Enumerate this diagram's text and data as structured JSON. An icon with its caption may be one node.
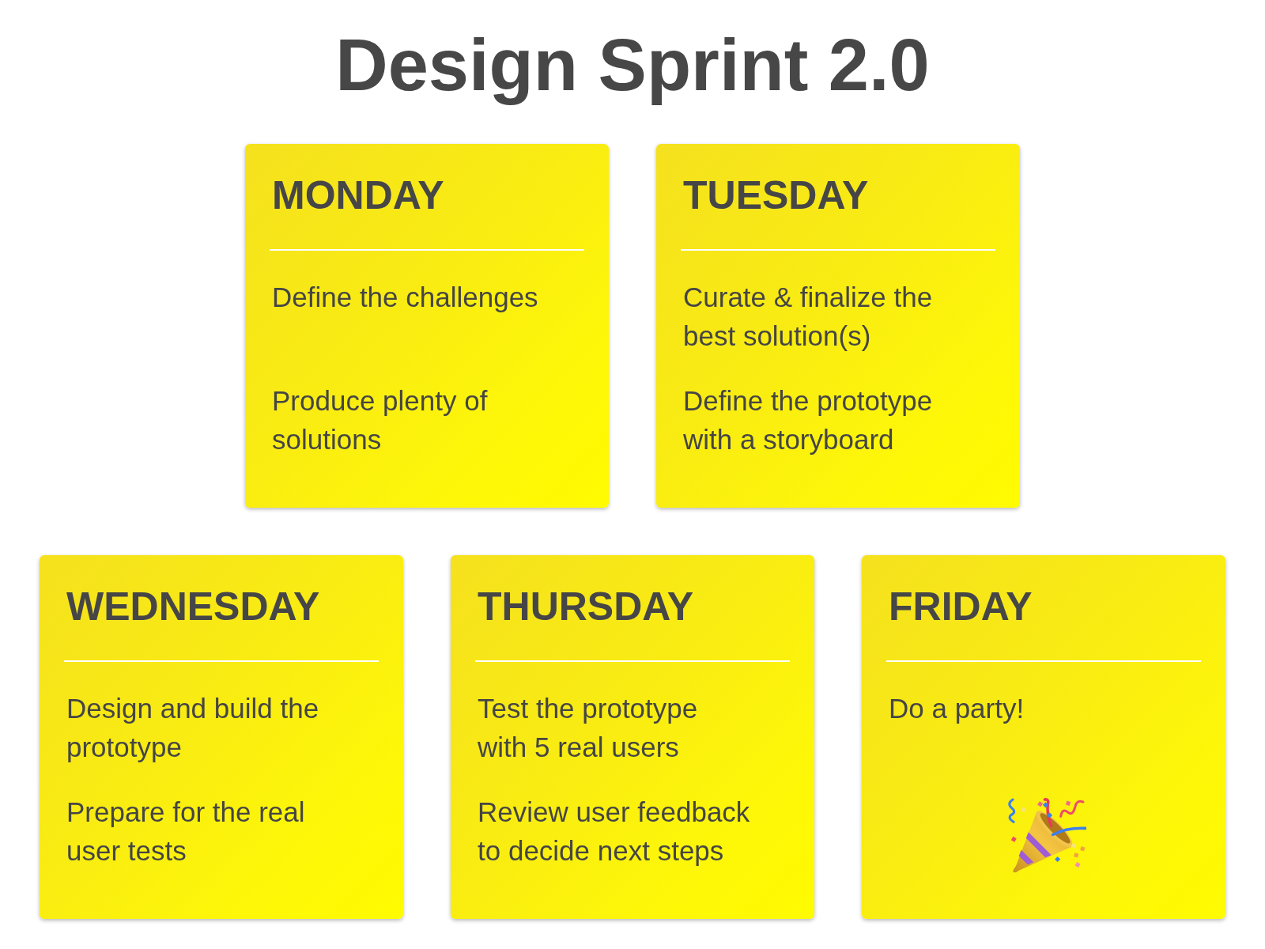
{
  "diagram": {
    "title": "Design Sprint 2.0",
    "nodes": [
      {
        "text": [
          "MONDAY",
          "Define the challenges",
          "Produce plenty of solutions"
        ]
      },
      {
        "text": [
          "TUESDAY",
          "Curate & finalize the best solution(s)",
          "Define the prototype with a storyboard"
        ]
      },
      {
        "text": [
          "WEDNESDAY",
          "Design and build the prototype",
          "Prepare for the real user tests"
        ]
      },
      {
        "text": [
          "THURSDAY",
          "Test the prototype with 5 real users",
          "Review user feedback to decide next steps"
        ]
      },
      {
        "text": [
          "FRIDAY",
          "Do a party!"
        ]
      }
    ]
  }
}
